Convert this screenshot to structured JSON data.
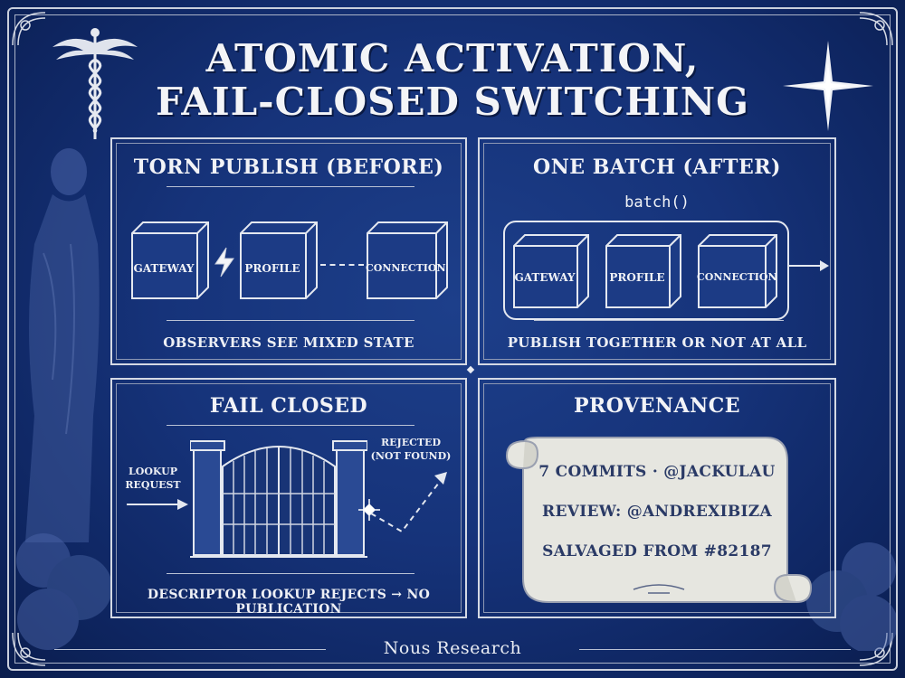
{
  "title": {
    "line1": "ATOMIC ACTIVATION,",
    "line2": "FAIL-CLOSED SWITCHING"
  },
  "panels": {
    "torn": {
      "title": "TORN PUBLISH (BEFORE)",
      "boxes": [
        "GATEWAY",
        "PROFILE",
        "CONNECTION"
      ],
      "caption": "OBSERVERS SEE MIXED STATE"
    },
    "batch": {
      "title": "ONE BATCH (AFTER)",
      "call": "batch()",
      "boxes": [
        "GATEWAY",
        "PROFILE",
        "CONNECTION"
      ],
      "caption": "PUBLISH TOGETHER OR NOT AT ALL"
    },
    "fail": {
      "title": "FAIL CLOSED",
      "left_label": [
        "LOOKUP",
        "REQUEST"
      ],
      "right_label": [
        "REJECTED",
        "(NOT FOUND)"
      ],
      "caption": "DESCRIPTOR LOOKUP REJECTS → NO PUBLICATION"
    },
    "provenance": {
      "title": "PROVENANCE",
      "lines": [
        "7 COMMITS · @JACKULAU",
        "REVIEW: @ANDREXIBIZA",
        "SALVAGED FROM #82187"
      ]
    }
  },
  "footer": "Nous Research",
  "colors": {
    "background": "#16337a",
    "ink": "#eef0f5",
    "parchment": "#e6e6e0"
  }
}
